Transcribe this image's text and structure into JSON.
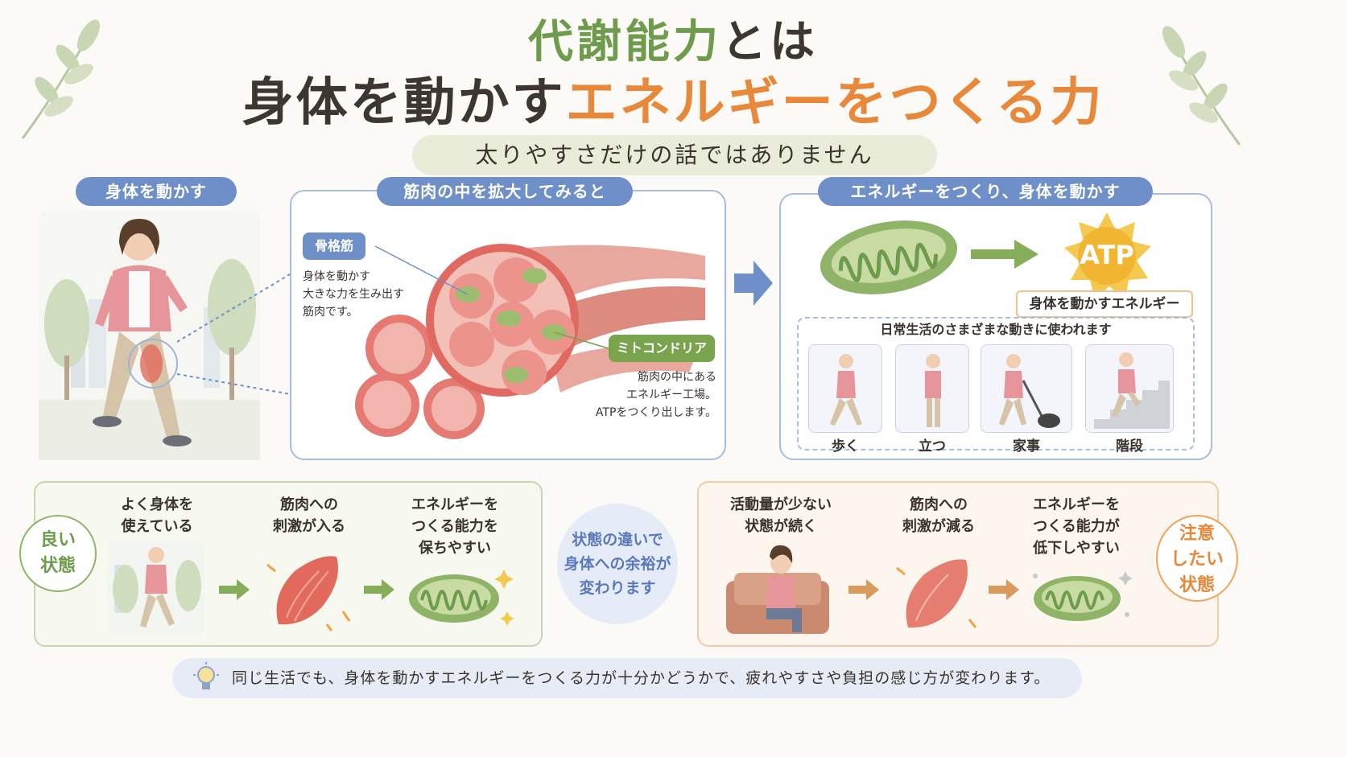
{
  "title": {
    "line1_green": "代謝能力",
    "line1_rest": "とは",
    "line2_dark": "身体を動かす",
    "line2_orange": "エネルギーをつくる力"
  },
  "subtitle": "太りやすさだけの話ではありません",
  "left_section": {
    "label": "身体を動かす"
  },
  "muscle_section": {
    "label": "筋肉の中を拡大してみると",
    "skeletal_tag": "骨格筋",
    "skeletal_desc": [
      "身体を動かす",
      "大きな力を生み出す",
      "筋肉です。"
    ],
    "mito_tag": "ミトコンドリア",
    "mito_desc": [
      "筋肉の中にある",
      "エネルギー工場。",
      "ATPをつくり出します。"
    ]
  },
  "energy_section": {
    "label": "エネルギーをつくり、身体を動かす",
    "atp": "ATP",
    "energy_label": "身体を動かすエネルギー",
    "daily_title": "日常生活のさまざまな動きに使われます",
    "activities": [
      "歩く",
      "立つ",
      "家事",
      "階段"
    ]
  },
  "good_state": {
    "badge": [
      "良い",
      "状態"
    ],
    "steps": [
      [
        "よく身体を",
        "使えている"
      ],
      [
        "筋肉への",
        "刺激が入る"
      ],
      [
        "エネルギーを",
        "つくる能力を",
        "保ちやすい"
      ]
    ]
  },
  "middle_note": [
    "状態の違いで",
    "身体への余裕が",
    "変わります"
  ],
  "warn_state": {
    "badge": [
      "注意",
      "したい",
      "状態"
    ],
    "steps": [
      [
        "活動量が少ない",
        "状態が続く"
      ],
      [
        "筋肉への",
        "刺激が減る"
      ],
      [
        "エネルギーを",
        "つくる能力が",
        "低下しやすい"
      ]
    ]
  },
  "footer": "同じ生活でも、身体を動かすエネルギーをつくる力が十分かどうかで、疲れやすさや負担の感じ方が変わります。",
  "colors": {
    "green": "#6f9b4d",
    "orange": "#e8883a",
    "blue": "#6f8fc9",
    "muscle": "#e07a6e"
  }
}
